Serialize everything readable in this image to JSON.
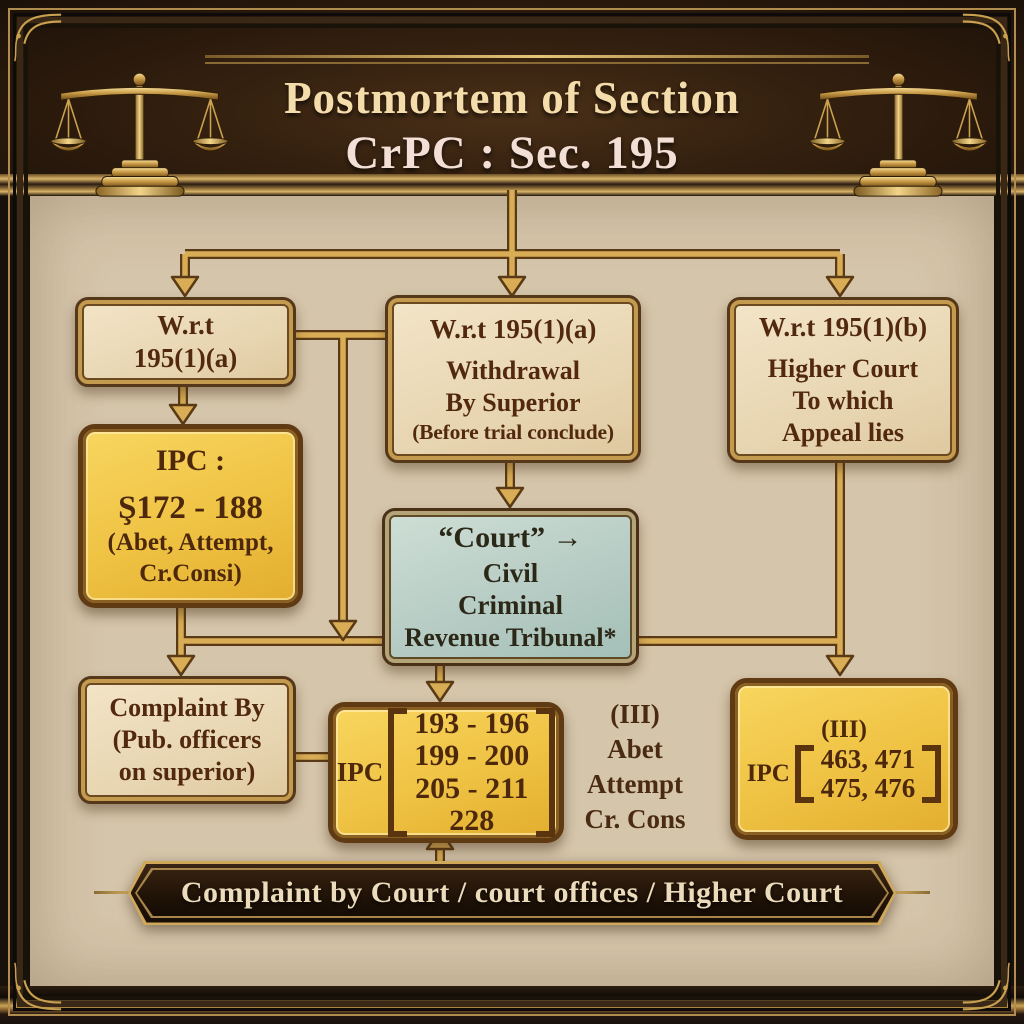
{
  "header": {
    "title_line1": "Postmortem of Section",
    "title_line2": "CrPC : Sec. 195",
    "left_icon": "scales-of-justice",
    "right_icon": "scales-of-justice"
  },
  "nodes": {
    "wrt_195_1_a": {
      "lines": [
        "W.r.t",
        "195(1)(a)"
      ]
    },
    "withdrawal": {
      "lines": [
        "W.r.t 195(1)(a)",
        "Withdrawal",
        "By Superior",
        "(Before trial conclude)"
      ]
    },
    "higher_court": {
      "lines": [
        "W.r.t 195(1)(b)",
        "Higher Court",
        "To which",
        "Appeal lies"
      ]
    },
    "ipc_172_188": {
      "lines": [
        "IPC :",
        "Ş172 - 188",
        "(Abet, Attempt,",
        "Cr.Consi)"
      ]
    },
    "court_meaning": {
      "lines": [
        "“Court” →",
        "Civil",
        "Criminal",
        "Revenue Tribunal*"
      ]
    },
    "complaint_by": {
      "lines": [
        "Complaint By",
        "(Pub. officers",
        "on superior)"
      ]
    },
    "ipc_193_228": {
      "label": "IPC",
      "rows": [
        "193 - 196",
        "199 - 200",
        "205 - 211",
        "228"
      ]
    },
    "abet_note": {
      "lines": [
        "(III)",
        "Abet",
        "Attempt",
        "Cr. Cons"
      ]
    },
    "ipc_463_476": {
      "heading": "(III)",
      "label": "IPC",
      "rows": [
        "463, 471",
        "475, 476"
      ]
    }
  },
  "footer": {
    "banner_text": "Complaint by Court / court offices / Higher Court"
  },
  "colors": {
    "gold_accent": "#c9a050",
    "frame_dark": "#1b110a",
    "banner_dark": "#2c1b0e",
    "parchment": "#d5c5aa",
    "box_cream": "#edddbc",
    "box_yellow": "#f2c847",
    "box_blue": "#b9cfc7",
    "text_brown": "#4f2d12",
    "title_cream": "#f5dfb2"
  }
}
